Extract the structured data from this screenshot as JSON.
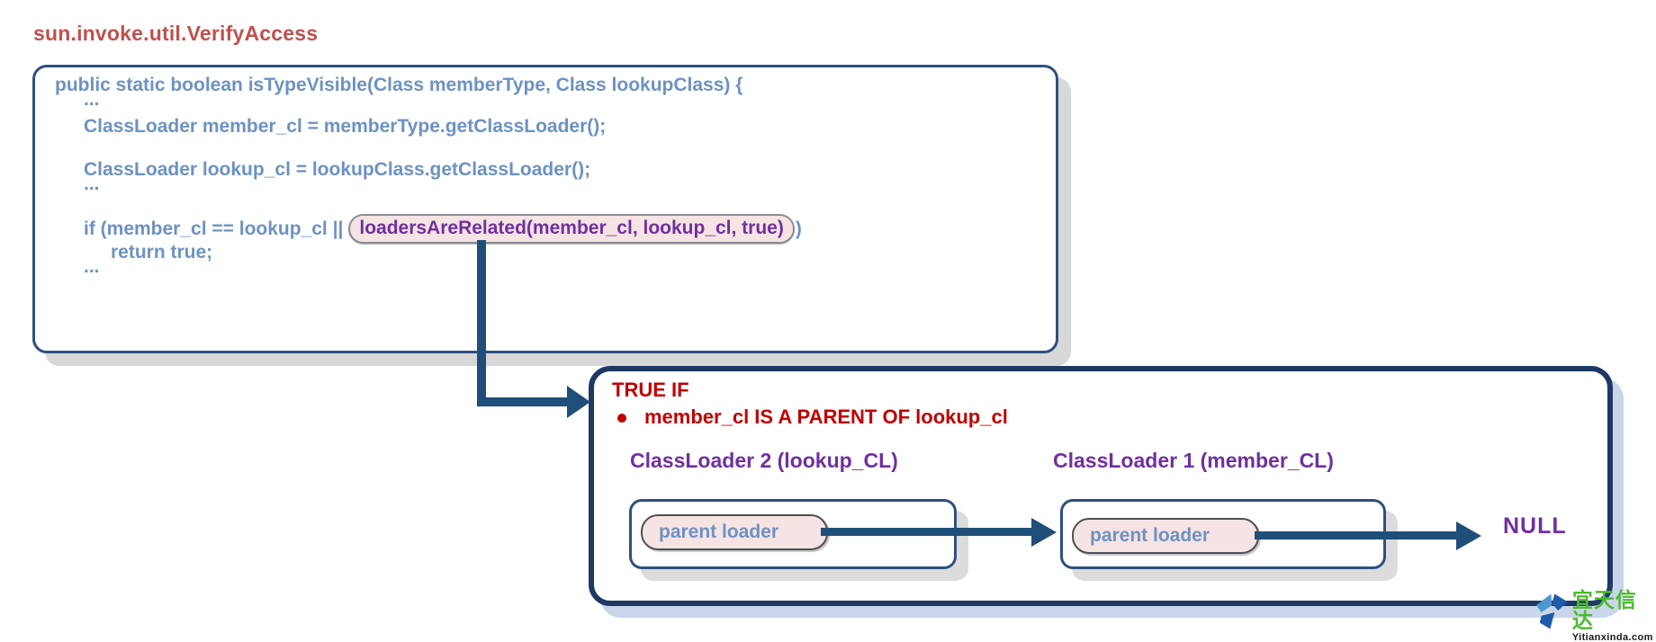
{
  "title": "sun.invoke.util.VerifyAccess",
  "code": {
    "line1": "public static boolean isTypeVisible(Class memberType, Class lookupClass) {",
    "ellipsis": "...",
    "member_line": "ClassLoader member_cl = memberType.getClassLoader();",
    "lookup_line": "ClassLoader lookup_cl = lookupClass.getClassLoader();",
    "if_prefix": "if (member_cl == lookup_cl ||",
    "if_highlight": "loadersAreRelated(member_cl, lookup_cl, true)",
    "if_suffix": ")",
    "return_line": "return true;"
  },
  "true_box": {
    "heading": "TRUE IF",
    "bullet_text": "member_cl IS A PARENT OF lookup_cl",
    "loader2_label": "ClassLoader 2 (lookup_CL)",
    "loader1_label": "ClassLoader 1 (member_CL)",
    "parent_loader_label": "parent loader",
    "null_label": "NULL"
  },
  "logo": {
    "brand": "宜天信达",
    "domain": "Yitianxinda.com"
  },
  "colors": {
    "title_red": "#C0504D",
    "code_blue": "#6D92C3",
    "box_border_navy": "#2E5080",
    "dark_navy": "#1F3965",
    "arrow_navy": "#1F4E79",
    "purple": "#7030A0",
    "red": "#C00000",
    "pill_pink": "#F6E3E3",
    "code_shadow_gray": "#D8D8D8",
    "true_box_shadow_blue": "#C9D6EA",
    "logo_green": "#4CBB2F"
  }
}
